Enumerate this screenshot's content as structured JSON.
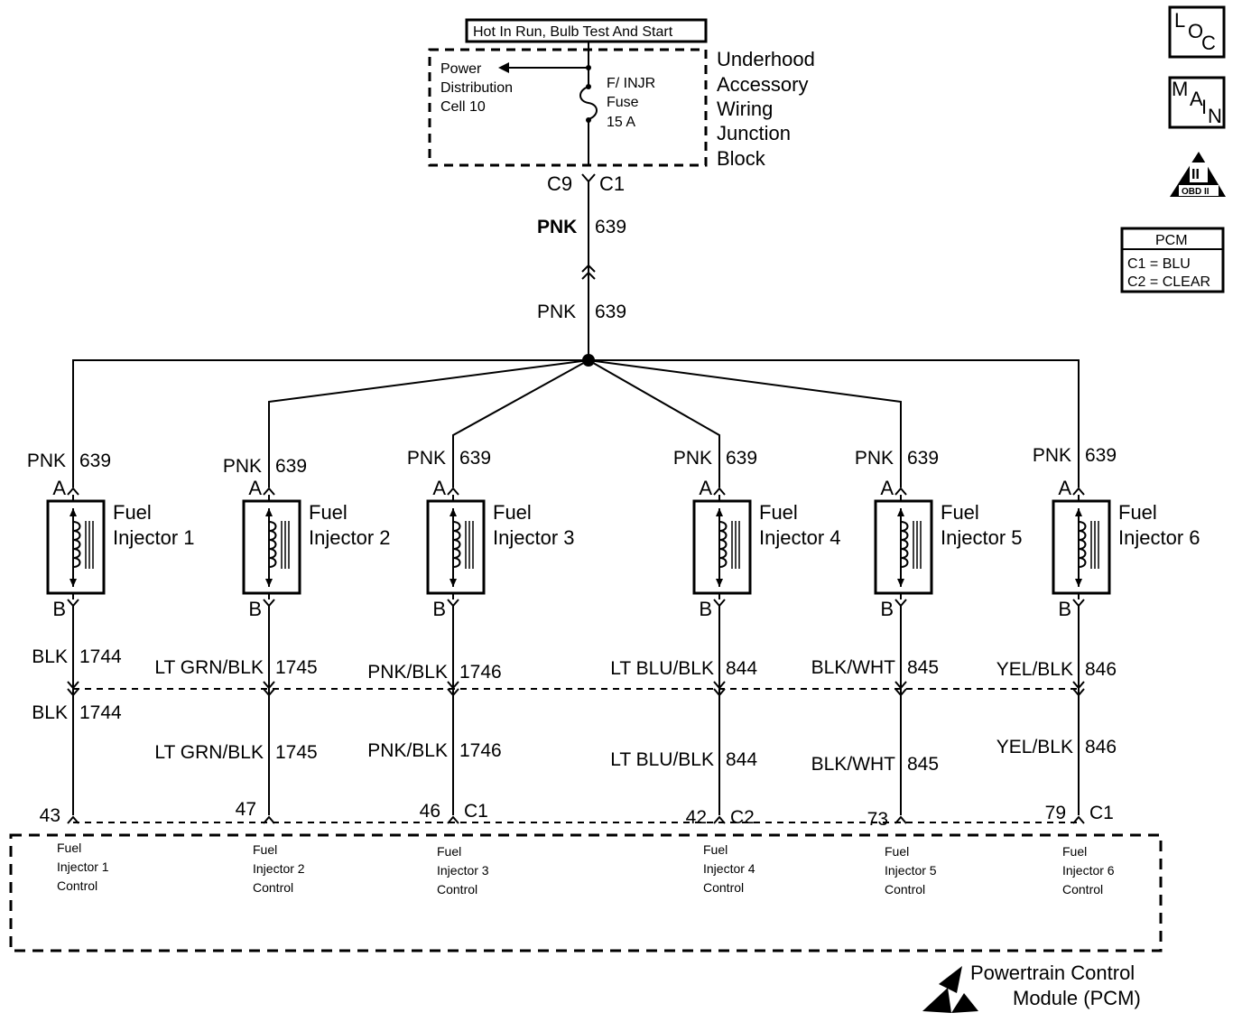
{
  "header": {
    "hot_label": "Hot In Run, Bulb Test And Start",
    "pdc_line1": "Power",
    "pdc_line2": "Distribution",
    "pdc_line3": "Cell 10",
    "fuse_line1": "F/ INJR",
    "fuse_line2": "Fuse",
    "fuse_line3": "15 A",
    "block_line1": "Underhood",
    "block_line2": "Accessory",
    "block_line3": "Wiring",
    "block_line4": "Junction",
    "block_line5": "Block",
    "conn_left": "C9",
    "conn_right": "C1",
    "feed_color": "PNK",
    "feed_circuit": "639"
  },
  "icons": {
    "loc": [
      "L",
      "O",
      "C"
    ],
    "main": [
      "M",
      "A",
      "I",
      "N"
    ],
    "obd": {
      "numeral": "II",
      "label": "OBD II"
    }
  },
  "pcm_legend": {
    "title": "PCM",
    "c1": "C1 = BLU",
    "c2": "C2 = CLEAR"
  },
  "injectors": [
    {
      "label1": "Fuel",
      "label2": "Injector 1",
      "pin_a": "A",
      "pin_b": "B",
      "feed_color": "PNK",
      "feed_circuit": "639",
      "out_color": "BLK",
      "out_circuit": "1744",
      "pcm_pin": "43",
      "pcm_conn": "",
      "ctrl1": "Fuel",
      "ctrl2": "Injector 1",
      "ctrl3": "Control"
    },
    {
      "label1": "Fuel",
      "label2": "Injector 2",
      "pin_a": "A",
      "pin_b": "B",
      "feed_color": "PNK",
      "feed_circuit": "639",
      "out_color": "LT GRN/BLK",
      "out_circuit": "1745",
      "pcm_pin": "47",
      "pcm_conn": "",
      "ctrl1": "Fuel",
      "ctrl2": "Injector 2",
      "ctrl3": "Control"
    },
    {
      "label1": "Fuel",
      "label2": "Injector 3",
      "pin_a": "A",
      "pin_b": "B",
      "feed_color": "PNK",
      "feed_circuit": "639",
      "out_color": "PNK/BLK",
      "out_circuit": "1746",
      "pcm_pin": "46",
      "pcm_conn": "C1",
      "ctrl1": "Fuel",
      "ctrl2": "Injector 3",
      "ctrl3": "Control"
    },
    {
      "label1": "Fuel",
      "label2": "Injector 4",
      "pin_a": "A",
      "pin_b": "B",
      "feed_color": "PNK",
      "feed_circuit": "639",
      "out_color": "LT BLU/BLK",
      "out_circuit": "844",
      "pcm_pin": "42",
      "pcm_conn": "C2",
      "ctrl1": "Fuel",
      "ctrl2": "Injector 4",
      "ctrl3": "Control"
    },
    {
      "label1": "Fuel",
      "label2": "Injector 5",
      "pin_a": "A",
      "pin_b": "B",
      "feed_color": "PNK",
      "feed_circuit": "639",
      "out_color": "BLK/WHT",
      "out_circuit": "845",
      "pcm_pin": "73",
      "pcm_conn": "",
      "ctrl1": "Fuel",
      "ctrl2": "Injector 5",
      "ctrl3": "Control"
    },
    {
      "label1": "Fuel",
      "label2": "Injector 6",
      "pin_a": "A",
      "pin_b": "B",
      "feed_color": "PNK",
      "feed_circuit": "639",
      "out_color": "YEL/BLK",
      "out_circuit": "846",
      "pcm_pin": "79",
      "pcm_conn": "C1",
      "ctrl1": "Fuel",
      "ctrl2": "Injector 6",
      "ctrl3": "Control"
    }
  ],
  "pcm": {
    "name_line1": "Powertrain Control",
    "name_line2": "Module (PCM)"
  }
}
